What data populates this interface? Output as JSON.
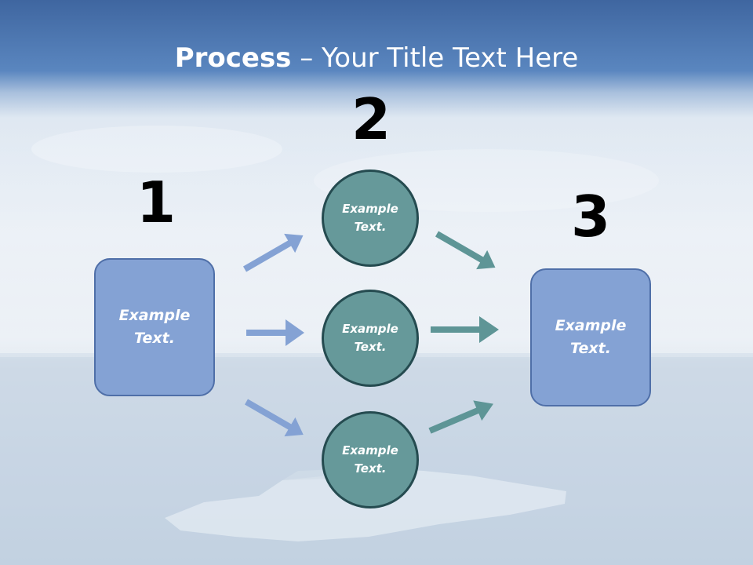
{
  "slide": {
    "title_bold": "Process",
    "title_rest": " – Your Title Text Here"
  },
  "steps": [
    {
      "number": "1",
      "text": "Example Text."
    },
    {
      "number": "2",
      "circles": [
        "Example Text.",
        "Example Text.",
        "Example Text."
      ]
    },
    {
      "number": "3",
      "text": "Example Text."
    }
  ],
  "colors": {
    "box_fill": "#84a2d4",
    "box_border": "#4f6fa8",
    "circle_fill": "#66999a",
    "circle_border": "#254b50",
    "arrow_blue": "#84a2d4",
    "arrow_teal": "#5e9596"
  }
}
